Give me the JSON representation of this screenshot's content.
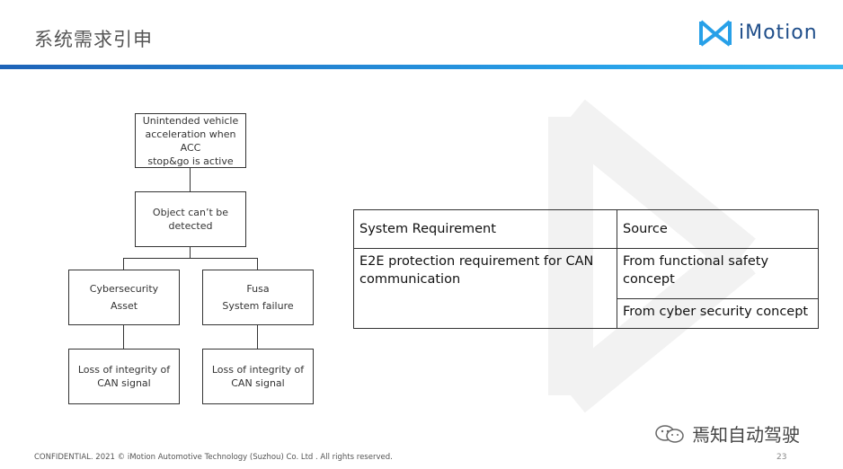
{
  "header": {
    "title": "系统需求引申",
    "logo_text": "iMotion"
  },
  "diagram": {
    "top": "Unintended vehicle\nacceleration when ACC\nstop&go is active",
    "mid": "Object can’t be\ndetected",
    "left": "Cybersecurity\nAsset",
    "right": "Fusa\nSystem failure",
    "left_bottom": "Loss of integrity of\nCAN signal",
    "right_bottom": "Loss of integrity of\nCAN signal"
  },
  "table": {
    "header_requirement": "System Requirement",
    "header_source": "Source",
    "requirement": "E2E protection requirement for CAN communication",
    "source_1": "From functional safety concept",
    "source_2": "From cyber security concept"
  },
  "footer": {
    "copyright": "CONFIDENTIAL. 2021 © iMotion Automotive Technology (Suzhou) Co. Ltd . All rights reserved.",
    "page": "23",
    "wechat_label": "焉知自动驾驶"
  },
  "colors": {
    "accent": "#1e63b8",
    "logo": "#1f4e8a",
    "watermark": "#f0f0f0"
  }
}
